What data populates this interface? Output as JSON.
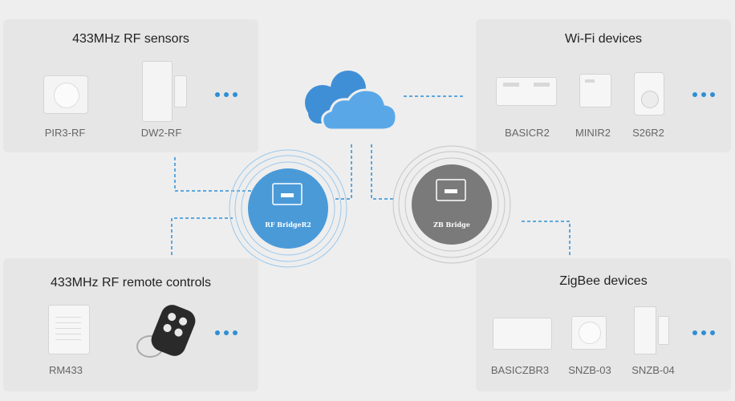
{
  "panels": {
    "rf_sensors": {
      "title": "433MHz RF sensors",
      "devices": [
        "PIR3-RF",
        "DW2-RF"
      ]
    },
    "wifi": {
      "title": "Wi-Fi devices",
      "devices": [
        "BASICR2",
        "MINIR2",
        "S26R2"
      ]
    },
    "rf_remotes": {
      "title": "433MHz RF remote controls",
      "devices": [
        "RM433"
      ]
    },
    "zigbee": {
      "title": "ZigBee devices",
      "devices": [
        "BASICZBR3",
        "SNZB-03",
        "SNZB-04"
      ]
    }
  },
  "hubs": {
    "rf": "RF BridgeR2",
    "zb": "ZB Bridge"
  },
  "colors": {
    "accent": "#2d8fd5",
    "rf_hub": "#4a9ad8",
    "zb_hub": "#7a7a7a",
    "cloud": "#3f8fd6"
  },
  "icons": [
    "cloud-icon",
    "more-dots-icon"
  ]
}
